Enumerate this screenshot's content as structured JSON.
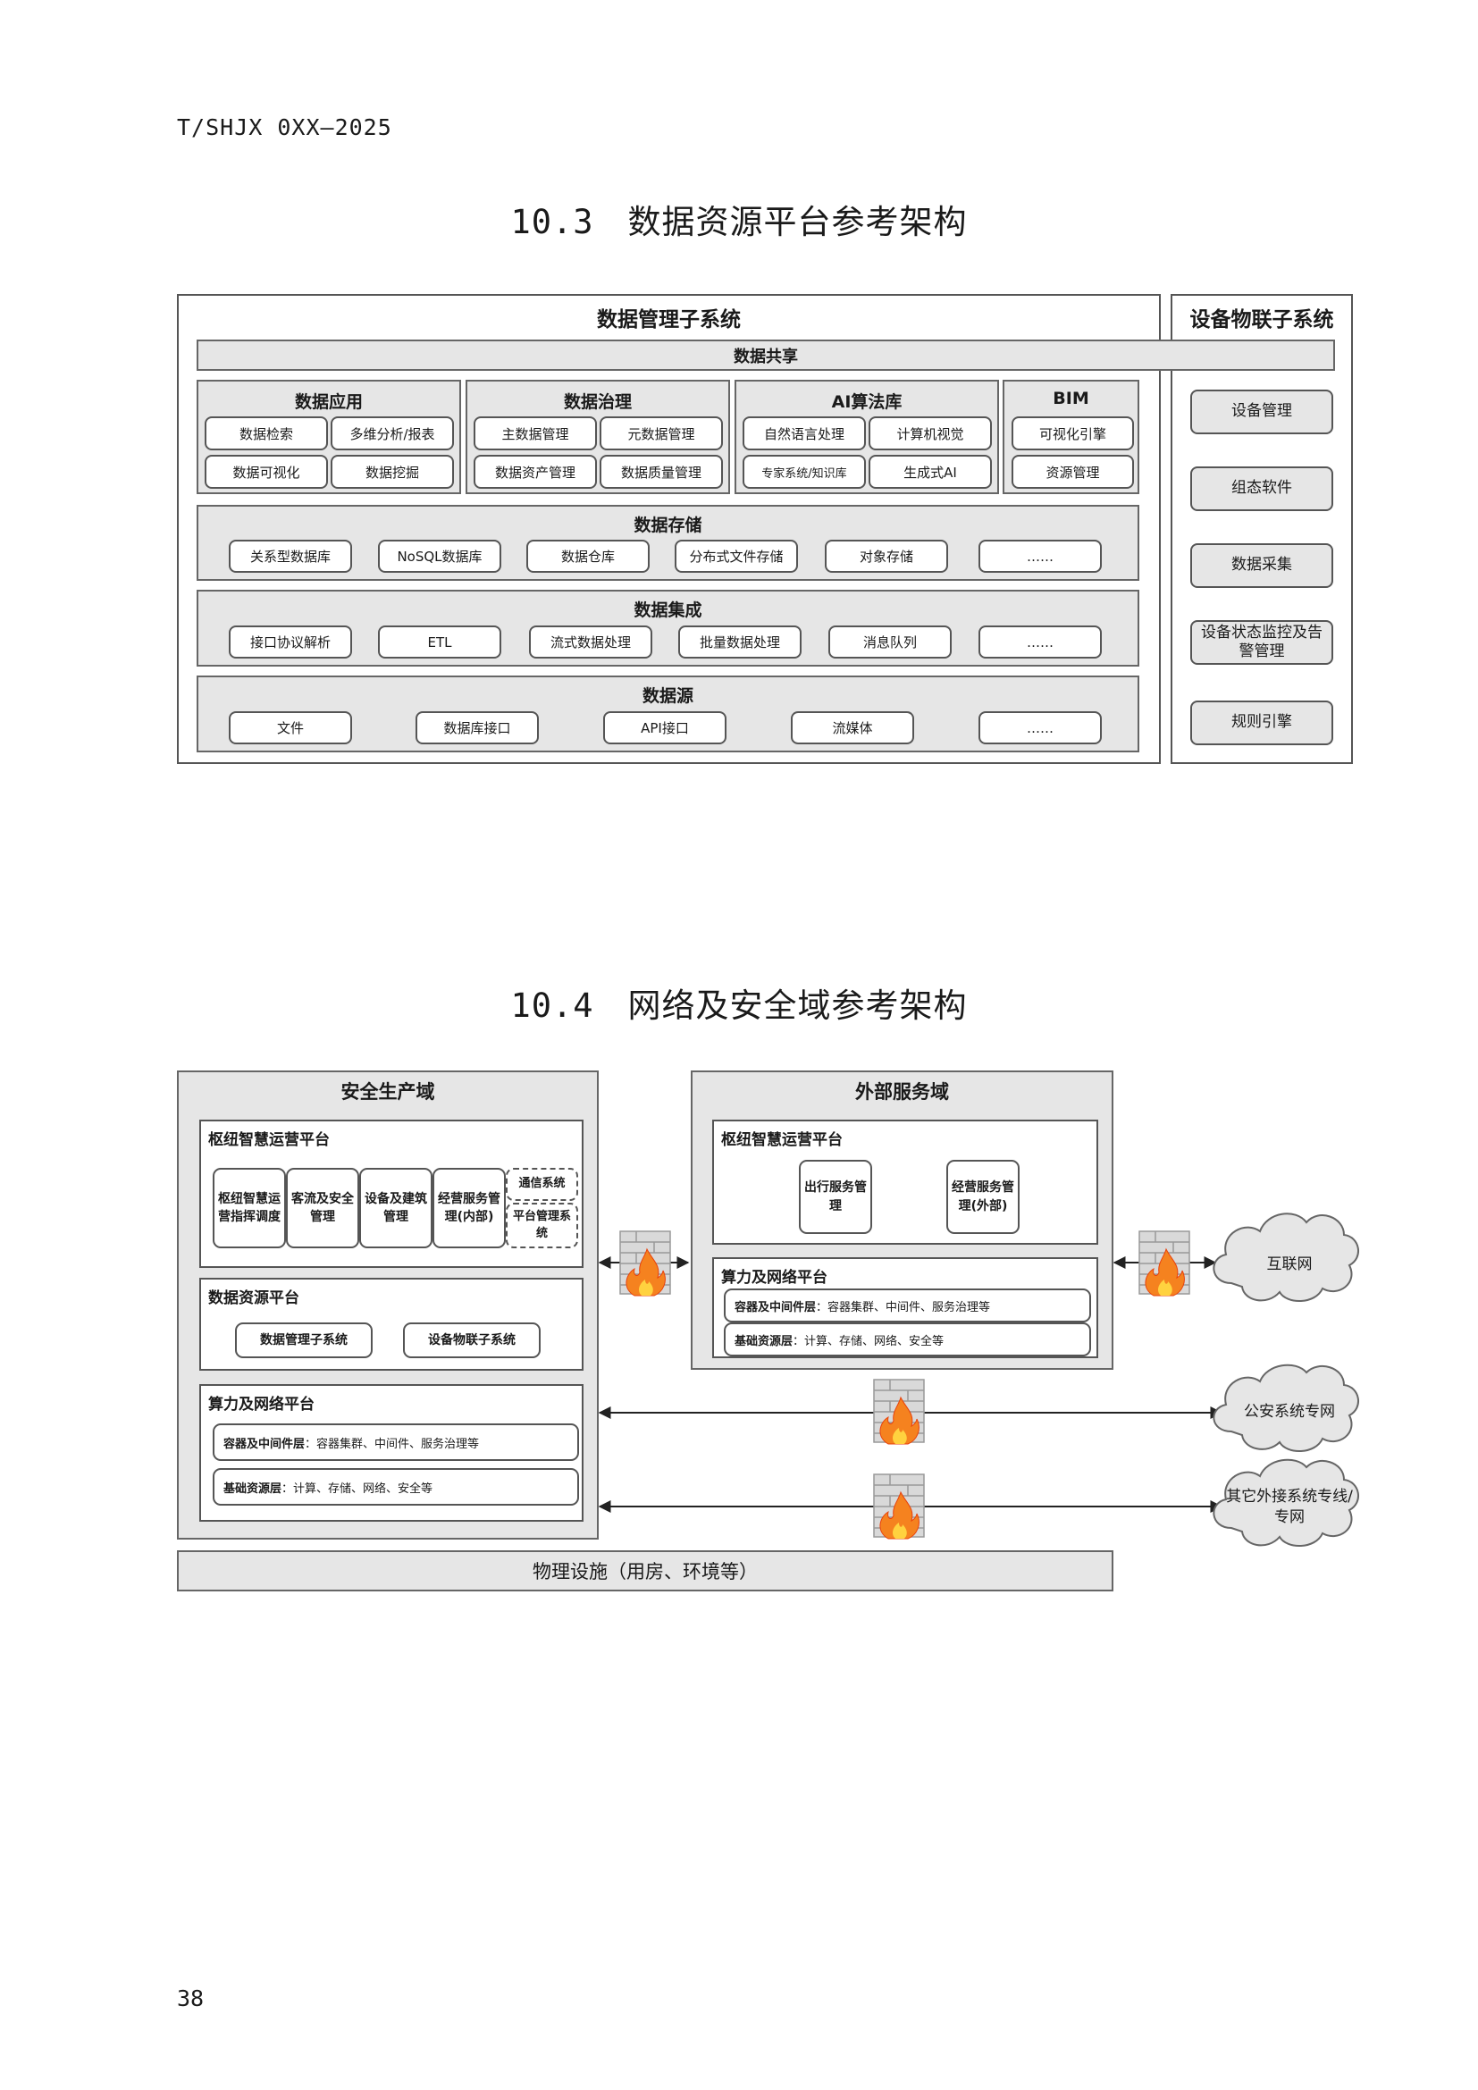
{
  "header": {
    "doc_code": "T/SHJX 0XX—2025"
  },
  "section_10_3": {
    "number": "10.3",
    "title": "数据资源平台参考架构",
    "data_mgmt": {
      "title": "数据管理子系统",
      "sharing": "数据共享",
      "apps": {
        "title": "数据应用",
        "items": [
          "数据检索",
          "多维分析/报表",
          "数据可视化",
          "数据挖掘"
        ]
      },
      "governance": {
        "title": "数据治理",
        "items": [
          "主数据管理",
          "元数据管理",
          "数据资产管理",
          "数据质量管理"
        ]
      },
      "ai": {
        "title": "AI算法库",
        "items": [
          "自然语言处理",
          "计算机视觉",
          "专家系统/知识库",
          "生成式AI"
        ]
      },
      "bim": {
        "title": "BIM",
        "items": [
          "可视化引擎",
          "资源管理"
        ]
      },
      "storage": {
        "title": "数据存储",
        "items": [
          "关系型数据库",
          "NoSQL数据库",
          "数据仓库",
          "分布式文件存储",
          "对象存储",
          "……"
        ]
      },
      "integration": {
        "title": "数据集成",
        "items": [
          "接口协议解析",
          "ETL",
          "流式数据处理",
          "批量数据处理",
          "消息队列",
          "……"
        ]
      },
      "source": {
        "title": "数据源",
        "items": [
          "文件",
          "数据库接口",
          "API接口",
          "流媒体",
          "……"
        ]
      }
    },
    "iot": {
      "title": "设备物联子系统",
      "items": [
        "设备管理",
        "组态软件",
        "数据采集",
        "设备状态监控及告警管理",
        "规则引擎"
      ]
    }
  },
  "section_10_4": {
    "number": "10.4",
    "title": "网络及安全域参考架构",
    "safety_domain": {
      "title": "安全生产域",
      "hub_platform": {
        "title": "枢纽智慧运营平台",
        "modules": [
          "枢纽智慧运营指挥调度",
          "客流及安全管理",
          "设备及建筑管理",
          "经营服务管理(内部)"
        ],
        "dashed_modules": [
          "通信系统",
          "平台管理系统"
        ]
      },
      "data_platform": {
        "title": "数据资源平台",
        "items": [
          "数据管理子系统",
          "设备物联子系统"
        ]
      },
      "compute_platform": {
        "title": "算力及网络平台",
        "layers": [
          {
            "name": "容器及中间件层",
            "desc": "：容器集群、中间件、服务治理等"
          },
          {
            "name": "基础资源层",
            "desc": "：计算、存储、网络、安全等"
          }
        ]
      }
    },
    "external_domain": {
      "title": "外部服务域",
      "hub_platform": {
        "title": "枢纽智慧运营平台",
        "modules": [
          "出行服务管理",
          "经营服务管理(外部)"
        ]
      },
      "compute_platform": {
        "title": "算力及网络平台",
        "layers": [
          {
            "name": "容器及中间件层",
            "desc": "：容器集群、中间件、服务治理等"
          },
          {
            "name": "基础资源层",
            "desc": "：计算、存储、网络、安全等"
          }
        ]
      }
    },
    "clouds": [
      "互联网",
      "公安系统专网",
      "其它外接系统专线/专网"
    ],
    "physical": "物理设施（用房、环境等）"
  },
  "page_number": "38"
}
